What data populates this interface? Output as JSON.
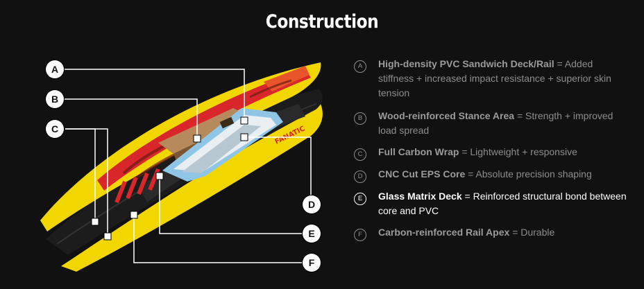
{
  "page": {
    "title": "Construction"
  },
  "diagram": {
    "markers": [
      "A",
      "B",
      "C",
      "D",
      "E",
      "F"
    ],
    "board_brand_text": "FANATIC"
  },
  "features": [
    {
      "letter": "A",
      "name": "High-density PVC Sandwich Deck/Rail",
      "desc": "= Added stiffness + increased impact resistance + superior skin tension",
      "active": false
    },
    {
      "letter": "B",
      "name": "Wood-reinforced Stance Area",
      "desc": "= Strength + improved load spread",
      "active": false
    },
    {
      "letter": "C",
      "name": "Full Carbon Wrap",
      "desc": "= Lightweight + responsive",
      "active": false
    },
    {
      "letter": "D",
      "name": "CNC Cut EPS Core",
      "desc": "= Absolute precision shaping",
      "active": false
    },
    {
      "letter": "E",
      "name": "Glass Matrix Deck",
      "desc": "= Reinforced structural bond between core and PVC",
      "active": true
    },
    {
      "letter": "F",
      "name": "Carbon-reinforced Rail Apex",
      "desc": "= Durable",
      "active": false
    }
  ],
  "colors": {
    "board_yellow": "#f2d600",
    "board_red": "#d9262b",
    "carbon": "#1c1c1c",
    "core_blue": "#8fc6e6",
    "background": "#111111"
  }
}
